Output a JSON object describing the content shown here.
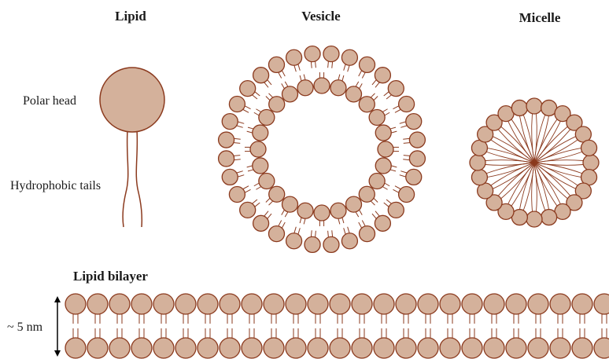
{
  "titles": {
    "lipid": "Lipid",
    "vesicle": "Vesicle",
    "micelle": "Micelle",
    "bilayer": "Lipid bilayer"
  },
  "labels": {
    "polar_head": "Polar head",
    "hydrophobic_tails": "Hydrophobic tails",
    "thickness": "~ 5 nm"
  },
  "counts": {
    "vesicle_outer_heads": 32,
    "vesicle_inner_heads": 24,
    "micelle_heads": 24,
    "bilayer_heads_per_leaflet": 25
  },
  "colors": {
    "head_fill": "#d4b19b",
    "outline": "#8b3a1e",
    "text": "#1a1a1a"
  }
}
